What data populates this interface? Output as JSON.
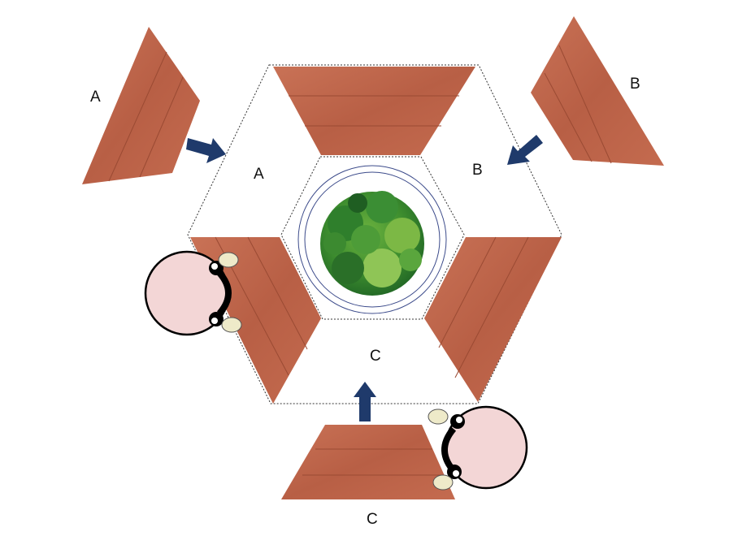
{
  "labels": {
    "loose_panel_a": "A",
    "loose_panel_b": "B",
    "loose_panel_c": "C",
    "slot_a": "A",
    "slot_b": "B",
    "slot_c": "C"
  },
  "colors": {
    "wood": "#c2694d",
    "wood_dark": "#9a4a33",
    "arrow": "#1f3a6b",
    "face": "#f3d6d6",
    "bush_dark": "#2e7d32",
    "bush_light": "#8bc34a",
    "ring": "#3b4a8a"
  },
  "icons": [
    "blue-arrow-icon",
    "person-top-view-icon",
    "bush-icon"
  ]
}
